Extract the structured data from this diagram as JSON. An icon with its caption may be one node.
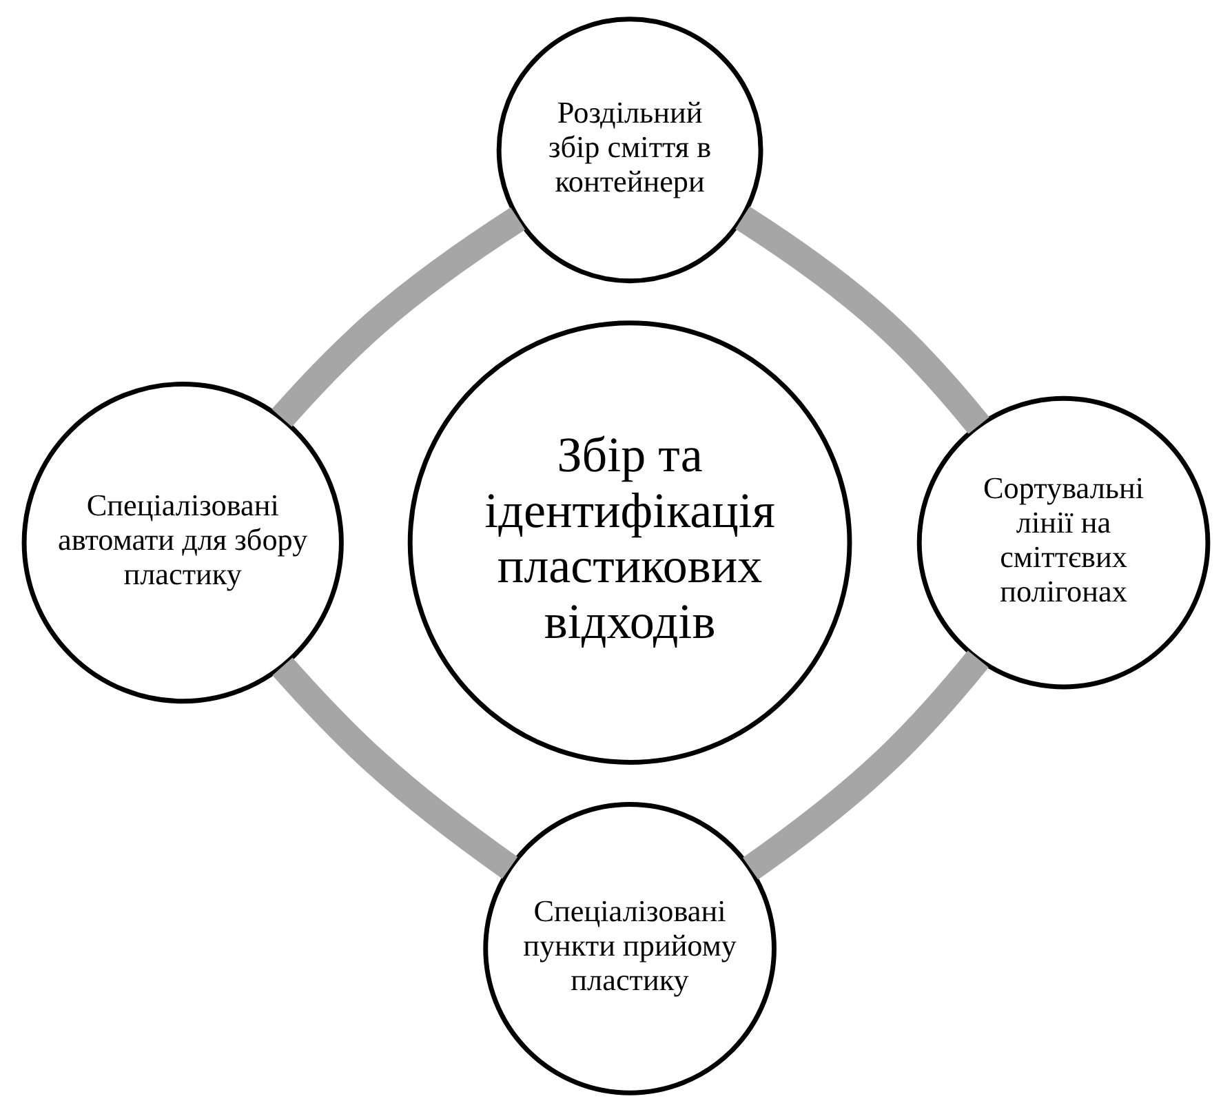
{
  "diagram": {
    "nodes": [
      {
        "text": [
          "Роздільний збір сміття в контейнери"
        ]
      },
      {
        "text": [
          "Спеціалізовані автомати для збору пластику"
        ]
      },
      {
        "text": [
          "Збір та ідентифікація пластикових відходів"
        ]
      },
      {
        "text": [
          "Сортувальні лінії на сміттєвих полігонах"
        ]
      },
      {
        "text": [
          "Спеціалізовані пункти прийому пластику"
        ]
      }
    ],
    "edges": [
      {
        "from": 0,
        "to": 3,
        "arrow": "none"
      },
      {
        "from": 3,
        "to": 4,
        "arrow": "none"
      },
      {
        "from": 1,
        "to": 4,
        "arrow": "none"
      },
      {
        "from": 0,
        "to": 1,
        "arrow": "none"
      }
    ]
  }
}
